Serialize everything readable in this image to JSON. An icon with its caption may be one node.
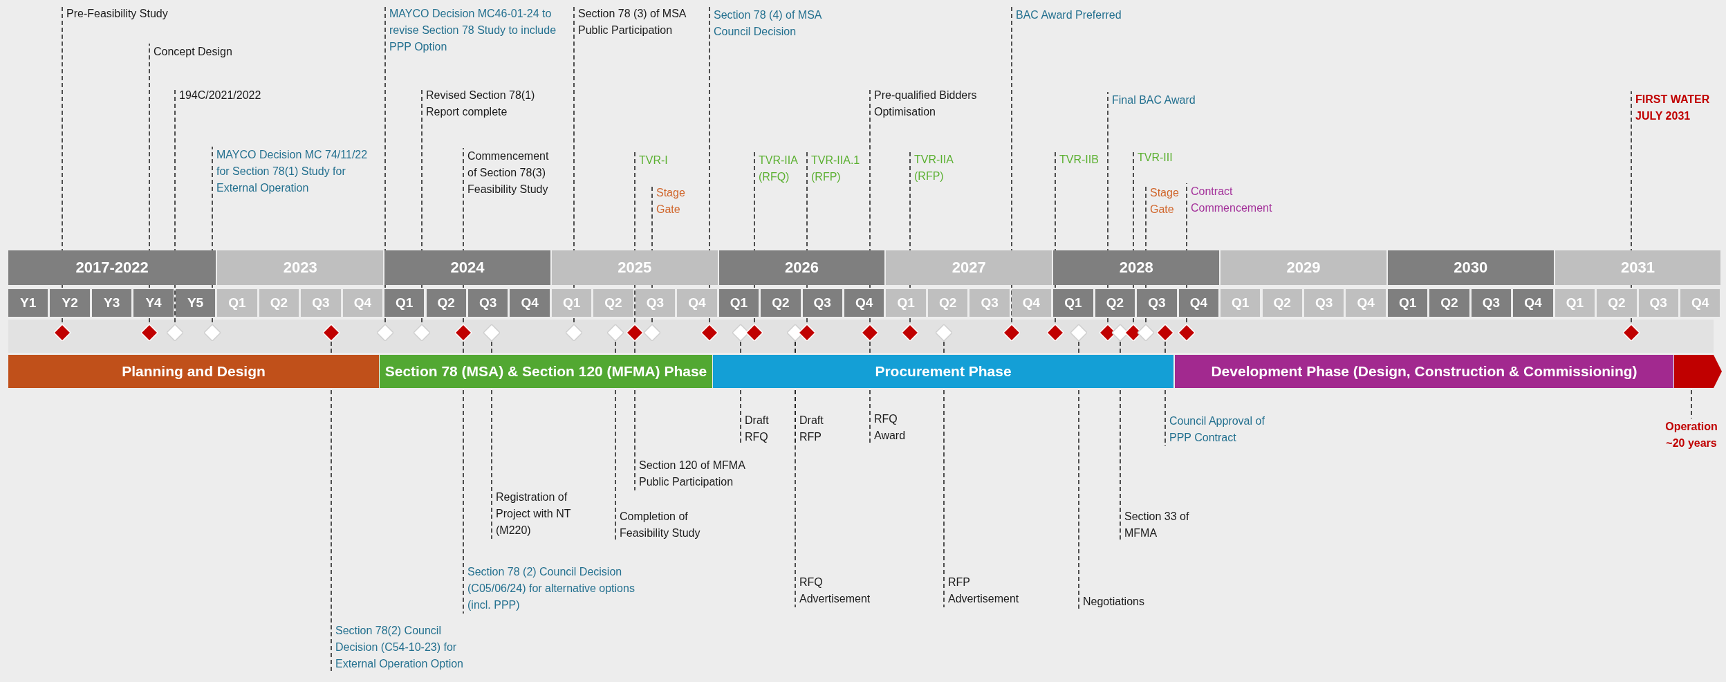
{
  "diagram": {
    "nodes": [
      {
        "text": [
          "Pre-Feasibility Study"
        ]
      },
      {
        "text": [
          "Concept Design"
        ]
      },
      {
        "text": [
          "194C/2021/2022"
        ]
      },
      {
        "text": [
          "MAYCO Decision MC 74/11/22 for Section 78(1) Study for External Operation"
        ]
      },
      {
        "text": [
          "MAYCO Decision MC46-01-24 to revise Section 78 Study to include PPP Option"
        ]
      },
      {
        "text": [
          "Revised Section 78(1) Report complete"
        ]
      },
      {
        "text": [
          "Commencement of Section 78(3) Feasibility Study"
        ]
      },
      {
        "text": [
          "Section 78 (3) of MSA Public Participation"
        ]
      },
      {
        "text": [
          "TVR-I"
        ]
      },
      {
        "text": [
          "Stage Gate"
        ]
      },
      {
        "text": [
          "Section 78 (4) of MSA Council Decision"
        ]
      },
      {
        "text": [
          "TVR-IIA (RFQ)"
        ]
      },
      {
        "text": [
          "TVR-IIA.1 (RFP)"
        ]
      },
      {
        "text": [
          "Pre-qualified Bidders Optimisation"
        ]
      },
      {
        "text": [
          "TVR-IIA (RFP)"
        ]
      },
      {
        "text": [
          "BAC Award Preferred"
        ]
      },
      {
        "text": [
          "TVR-IIB"
        ]
      },
      {
        "text": [
          "Final BAC Award"
        ]
      },
      {
        "text": [
          "TVR-III"
        ]
      },
      {
        "text": [
          "Stage Gate"
        ]
      },
      {
        "text": [
          "Contract Commencement"
        ]
      },
      {
        "text": [
          "FIRST WATER JULY 2031"
        ]
      },
      {
        "text": [
          "2017-2022"
        ]
      },
      {
        "text": [
          "2023"
        ]
      },
      {
        "text": [
          "2024"
        ]
      },
      {
        "text": [
          "2025"
        ]
      },
      {
        "text": [
          "2026"
        ]
      },
      {
        "text": [
          "2027"
        ]
      },
      {
        "text": [
          "2028"
        ]
      },
      {
        "text": [
          "2029"
        ]
      },
      {
        "text": [
          "2030"
        ]
      },
      {
        "text": [
          "2031"
        ]
      },
      {
        "text": [
          "Y1"
        ]
      },
      {
        "text": [
          "Y2"
        ]
      },
      {
        "text": [
          "Y3"
        ]
      },
      {
        "text": [
          "Y4"
        ]
      },
      {
        "text": [
          "Y5"
        ]
      },
      {
        "text": [
          "Q1"
        ]
      },
      {
        "text": [
          "Q2"
        ]
      },
      {
        "text": [
          "Q3"
        ]
      },
      {
        "text": [
          "Q4"
        ]
      },
      {
        "text": [
          "Q1"
        ]
      },
      {
        "text": [
          "Q2"
        ]
      },
      {
        "text": [
          "Q3"
        ]
      },
      {
        "text": [
          "Q4"
        ]
      },
      {
        "text": [
          "Q1"
        ]
      },
      {
        "text": [
          "Q2"
        ]
      },
      {
        "text": [
          "Q3"
        ]
      },
      {
        "text": [
          "Q4"
        ]
      },
      {
        "text": [
          "Q1"
        ]
      },
      {
        "text": [
          "Q2"
        ]
      },
      {
        "text": [
          "Q3"
        ]
      },
      {
        "text": [
          "Q4"
        ]
      },
      {
        "text": [
          "Q1"
        ]
      },
      {
        "text": [
          "Q2"
        ]
      },
      {
        "text": [
          "Q3"
        ]
      },
      {
        "text": [
          "Q4"
        ]
      },
      {
        "text": [
          "Q1"
        ]
      },
      {
        "text": [
          "Q2"
        ]
      },
      {
        "text": [
          "Q3"
        ]
      },
      {
        "text": [
          "Q4"
        ]
      },
      {
        "text": [
          "Q1"
        ]
      },
      {
        "text": [
          "Q2"
        ]
      },
      {
        "text": [
          "Q3"
        ]
      },
      {
        "text": [
          "Q4"
        ]
      },
      {
        "text": [
          "Q1"
        ]
      },
      {
        "text": [
          "Q2"
        ]
      },
      {
        "text": [
          "Q3"
        ]
      },
      {
        "text": [
          "Q4"
        ]
      },
      {
        "text": [
          "Q1"
        ]
      },
      {
        "text": [
          "Q2"
        ]
      },
      {
        "text": [
          "Q3"
        ]
      },
      {
        "text": [
          "Q4"
        ]
      },
      {
        "text": [],
        "shape": "diamond"
      },
      {
        "text": [],
        "shape": "diamond"
      },
      {
        "text": [],
        "shape": "diamond"
      },
      {
        "text": [],
        "shape": "diamond"
      },
      {
        "text": [],
        "shape": "diamond"
      },
      {
        "text": [],
        "shape": "diamond"
      },
      {
        "text": [],
        "shape": "diamond"
      },
      {
        "text": [],
        "shape": "diamond"
      },
      {
        "text": [],
        "shape": "diamond"
      },
      {
        "text": [],
        "shape": "diamond"
      },
      {
        "text": [],
        "shape": "diamond"
      },
      {
        "text": [],
        "shape": "diamond"
      },
      {
        "text": [],
        "shape": "diamond"
      },
      {
        "text": [],
        "shape": "diamond"
      },
      {
        "text": [],
        "shape": "diamond"
      },
      {
        "text": [],
        "shape": "diamond"
      },
      {
        "text": [],
        "shape": "diamond"
      },
      {
        "text": [],
        "shape": "diamond"
      },
      {
        "text": [],
        "shape": "diamond"
      },
      {
        "text": [],
        "shape": "diamond"
      },
      {
        "text": [],
        "shape": "diamond"
      },
      {
        "text": [],
        "shape": "diamond"
      },
      {
        "text": [],
        "shape": "diamond"
      },
      {
        "text": [],
        "shape": "diamond"
      },
      {
        "text": [],
        "shape": "diamond"
      },
      {
        "text": [],
        "shape": "diamond"
      },
      {
        "text": [],
        "shape": "diamond"
      },
      {
        "text": [],
        "shape": "diamond"
      },
      {
        "text": [],
        "shape": "diamond"
      },
      {
        "text": [],
        "shape": "diamond"
      },
      {
        "text": [],
        "shape": "diamond"
      },
      {
        "text": [
          "Planning and Design"
        ]
      },
      {
        "text": [
          "Section 78 (MSA) & Section 120 (MFMA) Phase"
        ]
      },
      {
        "text": [
          "Procurement Phase"
        ]
      },
      {
        "text": [
          "Development Phase (Design, Construction & Commissioning)"
        ]
      },
      {
        "text": [],
        "shape": "arrow"
      },
      {
        "text": [
          "Section 78(2) Council Decision (C54-10-23) for External Operation Option"
        ]
      },
      {
        "text": [
          "Section 78 (2) Council Decision (C05/06/24) for alternative options (incl. PPP)"
        ]
      },
      {
        "text": [
          "Registration of Project with NT (M220)"
        ]
      },
      {
        "text": [
          "Completion of Feasibility Study"
        ]
      },
      {
        "text": [
          "Section 120 of MFMA Public Participation"
        ]
      },
      {
        "text": [
          "Draft RFQ"
        ]
      },
      {
        "text": [
          "Draft RFP"
        ]
      },
      {
        "text": [
          "RFQ Advertisement"
        ]
      },
      {
        "text": [
          "RFQ Award"
        ]
      },
      {
        "text": [
          "RFP Advertisement"
        ]
      },
      {
        "text": [
          "Negotiations"
        ]
      },
      {
        "text": [
          "Section 33 of MFMA"
        ]
      },
      {
        "text": [
          "Council Approval of PPP Contract"
        ]
      },
      {
        "text": [
          "Operation ~20 years"
        ]
      }
    ],
    "edges": [
      {
        "from": 0,
        "to": 73,
        "arrow": "none",
        "style": "dashed"
      },
      {
        "from": 1,
        "to": 74,
        "arrow": "none",
        "style": "dashed"
      },
      {
        "from": 2,
        "to": 75,
        "arrow": "none",
        "style": "dashed"
      },
      {
        "from": 3,
        "to": 76,
        "arrow": "none",
        "style": "dashed"
      },
      {
        "from": 4,
        "to": 78,
        "arrow": "none",
        "style": "dashed"
      },
      {
        "from": 5,
        "to": 79,
        "arrow": "none",
        "style": "dashed"
      },
      {
        "from": 6,
        "to": 80,
        "arrow": "none",
        "style": "dashed"
      },
      {
        "from": 7,
        "to": 82,
        "arrow": "none",
        "style": "dashed"
      },
      {
        "from": 8,
        "to": 84,
        "arrow": "none",
        "style": "dashed"
      },
      {
        "from": 9,
        "to": 85,
        "arrow": "none",
        "style": "dashed"
      },
      {
        "from": 10,
        "to": 86,
        "arrow": "none",
        "style": "dashed"
      },
      {
        "from": 11,
        "to": 88,
        "arrow": "none",
        "style": "dashed"
      },
      {
        "from": 12,
        "to": 90,
        "arrow": "none",
        "style": "dashed"
      },
      {
        "from": 13,
        "to": 91,
        "arrow": "none",
        "style": "dashed"
      },
      {
        "from": 14,
        "to": 92,
        "arrow": "none",
        "style": "dashed"
      },
      {
        "from": 15,
        "to": 94,
        "arrow": "none",
        "style": "dashed"
      },
      {
        "from": 16,
        "to": 95,
        "arrow": "none",
        "style": "dashed"
      },
      {
        "from": 17,
        "to": 97,
        "arrow": "none",
        "style": "dashed"
      },
      {
        "from": 18,
        "to": 99,
        "arrow": "none",
        "style": "dashed"
      },
      {
        "from": 19,
        "to": 100,
        "arrow": "none",
        "style": "dashed"
      },
      {
        "from": 20,
        "to": 102,
        "arrow": "none",
        "style": "dashed"
      },
      {
        "from": 21,
        "to": 103,
        "arrow": "none",
        "style": "dashed"
      },
      {
        "from": 109,
        "to": 77,
        "arrow": "none",
        "style": "dashed"
      },
      {
        "from": 110,
        "to": 80,
        "arrow": "none",
        "style": "dashed"
      },
      {
        "from": 111,
        "to": 81,
        "arrow": "none",
        "style": "dashed"
      },
      {
        "from": 112,
        "to": 83,
        "arrow": "none",
        "style": "dashed"
      },
      {
        "from": 113,
        "to": 84,
        "arrow": "none",
        "style": "dashed"
      },
      {
        "from": 114,
        "to": 87,
        "arrow": "none",
        "style": "dashed"
      },
      {
        "from": 115,
        "to": 89,
        "arrow": "none",
        "style": "dashed"
      },
      {
        "from": 116,
        "to": 89,
        "arrow": "none",
        "style": "dashed"
      },
      {
        "from": 117,
        "to": 91,
        "arrow": "none",
        "style": "dashed"
      },
      {
        "from": 118,
        "to": 93,
        "arrow": "none",
        "style": "dashed"
      },
      {
        "from": 119,
        "to": 96,
        "arrow": "none",
        "style": "dashed"
      },
      {
        "from": 120,
        "to": 98,
        "arrow": "none",
        "style": "dashed"
      },
      {
        "from": 121,
        "to": 101,
        "arrow": "none",
        "style": "dashed"
      },
      {
        "from": 122,
        "to": 108,
        "arrow": "none",
        "style": "dashed"
      }
    ]
  }
}
